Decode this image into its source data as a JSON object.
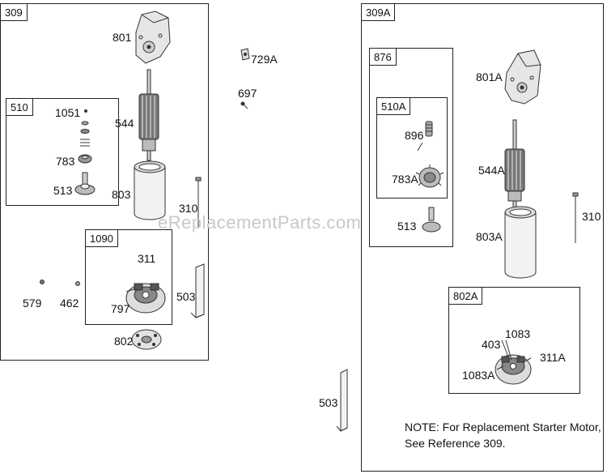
{
  "watermark": "eReplacementParts.com",
  "groups": {
    "g309": "309",
    "g510": "510",
    "g1090": "1090",
    "g309a": "309A",
    "g876": "876",
    "g510a": "510A",
    "g802a": "802A"
  },
  "parts": {
    "p801": "801",
    "p729a": "729A",
    "p697": "697",
    "p1051": "1051",
    "p544": "544",
    "p783": "783",
    "p513": "513",
    "p803": "803",
    "p310": "310",
    "p311": "311",
    "p579": "579",
    "p462": "462",
    "p797": "797",
    "p503a": "503",
    "p802": "802",
    "p503b": "503",
    "p801a": "801A",
    "p896": "896",
    "p783a": "783A",
    "p544a": "544A",
    "p513b": "513",
    "p310b": "310",
    "p803a": "803A",
    "p403": "403",
    "p1083": "1083",
    "p311a": "311A",
    "p1083a": "1083A"
  },
  "note": {
    "line1": "NOTE: For Replacement Starter Motor,",
    "line2": "See Reference 309."
  }
}
